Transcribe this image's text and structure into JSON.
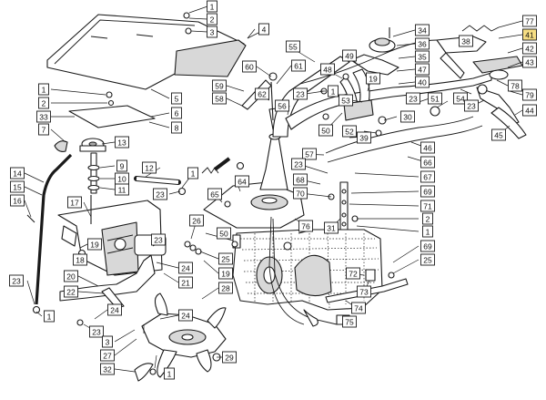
{
  "highlight_color": "#f6de84",
  "callouts": [
    {
      "id": "c1a",
      "label": "1"
    },
    {
      "id": "c2a",
      "label": "2"
    },
    {
      "id": "c3",
      "label": "3"
    },
    {
      "id": "c4",
      "label": "4"
    },
    {
      "id": "c1b",
      "label": "1"
    },
    {
      "id": "c2b",
      "label": "2"
    },
    {
      "id": "c33",
      "label": "33"
    },
    {
      "id": "c7",
      "label": "7"
    },
    {
      "id": "c13",
      "label": "13"
    },
    {
      "id": "c5",
      "label": "5"
    },
    {
      "id": "c6",
      "label": "6"
    },
    {
      "id": "c8",
      "label": "8"
    },
    {
      "id": "c14",
      "label": "14"
    },
    {
      "id": "c15",
      "label": "15"
    },
    {
      "id": "c16",
      "label": "16"
    },
    {
      "id": "c9",
      "label": "9"
    },
    {
      "id": "c10",
      "label": "10"
    },
    {
      "id": "c11",
      "label": "11"
    },
    {
      "id": "c12",
      "label": "12"
    },
    {
      "id": "c1c",
      "label": "1"
    },
    {
      "id": "c23a",
      "label": "23"
    },
    {
      "id": "c17",
      "label": "17"
    },
    {
      "id": "c19a",
      "label": "19"
    },
    {
      "id": "c18",
      "label": "18"
    },
    {
      "id": "c26",
      "label": "26"
    },
    {
      "id": "c50a",
      "label": "50"
    },
    {
      "id": "c23b",
      "label": "23"
    },
    {
      "id": "c20",
      "label": "20"
    },
    {
      "id": "c22",
      "label": "22"
    },
    {
      "id": "c1d",
      "label": "1"
    },
    {
      "id": "c24a",
      "label": "24"
    },
    {
      "id": "c23c",
      "label": "23"
    },
    {
      "id": "c25a",
      "label": "25"
    },
    {
      "id": "c24b",
      "label": "24"
    },
    {
      "id": "c19b",
      "label": "19"
    },
    {
      "id": "c21",
      "label": "21"
    },
    {
      "id": "c28",
      "label": "28"
    },
    {
      "id": "c24c",
      "label": "24"
    },
    {
      "id": "c23d",
      "label": "23"
    },
    {
      "id": "c3b",
      "label": "3"
    },
    {
      "id": "c27",
      "label": "27"
    },
    {
      "id": "c1e",
      "label": "1"
    },
    {
      "id": "c32",
      "label": "32"
    },
    {
      "id": "c29",
      "label": "29"
    },
    {
      "id": "c60",
      "label": "60"
    },
    {
      "id": "c59",
      "label": "59"
    },
    {
      "id": "c58",
      "label": "58"
    },
    {
      "id": "c62",
      "label": "62"
    },
    {
      "id": "c61",
      "label": "61"
    },
    {
      "id": "c55",
      "label": "55"
    },
    {
      "id": "c23e",
      "label": "23"
    },
    {
      "id": "c1f",
      "label": "1"
    },
    {
      "id": "c56",
      "label": "56"
    },
    {
      "id": "c48",
      "label": "48"
    },
    {
      "id": "c49",
      "label": "49"
    },
    {
      "id": "c19c",
      "label": "19"
    },
    {
      "id": "c50b",
      "label": "50"
    },
    {
      "id": "c53",
      "label": "53"
    },
    {
      "id": "c34",
      "label": "34"
    },
    {
      "id": "c36",
      "label": "36"
    },
    {
      "id": "c35",
      "label": "35"
    },
    {
      "id": "c47",
      "label": "47"
    },
    {
      "id": "c77",
      "label": "77"
    },
    {
      "id": "c41",
      "label": "41",
      "highlight": true
    },
    {
      "id": "c38",
      "label": "38"
    },
    {
      "id": "c42",
      "label": "42"
    },
    {
      "id": "c40",
      "label": "40"
    },
    {
      "id": "c43",
      "label": "43"
    },
    {
      "id": "c78",
      "label": "78"
    },
    {
      "id": "c23f",
      "label": "23"
    },
    {
      "id": "c51",
      "label": "51"
    },
    {
      "id": "c54",
      "label": "54"
    },
    {
      "id": "c23g",
      "label": "23"
    },
    {
      "id": "c79",
      "label": "79"
    },
    {
      "id": "c44",
      "label": "44"
    },
    {
      "id": "c30",
      "label": "30"
    },
    {
      "id": "c52",
      "label": "52"
    },
    {
      "id": "c39",
      "label": "39"
    },
    {
      "id": "c45",
      "label": "45"
    },
    {
      "id": "c57",
      "label": "57"
    },
    {
      "id": "c46",
      "label": "46"
    },
    {
      "id": "c66",
      "label": "66"
    },
    {
      "id": "c67",
      "label": "67"
    },
    {
      "id": "c69a",
      "label": "69"
    },
    {
      "id": "c71",
      "label": "71"
    },
    {
      "id": "c2c",
      "label": "2"
    },
    {
      "id": "c1g",
      "label": "1"
    },
    {
      "id": "c23h",
      "label": "23"
    },
    {
      "id": "c68",
      "label": "68"
    },
    {
      "id": "c70",
      "label": "70"
    },
    {
      "id": "c64",
      "label": "64"
    },
    {
      "id": "c65",
      "label": "65"
    },
    {
      "id": "c76",
      "label": "76"
    },
    {
      "id": "c31",
      "label": "31"
    },
    {
      "id": "c69b",
      "label": "69"
    },
    {
      "id": "c25b",
      "label": "25"
    },
    {
      "id": "c72",
      "label": "72"
    },
    {
      "id": "c73",
      "label": "73"
    },
    {
      "id": "c74",
      "label": "74"
    },
    {
      "id": "c75",
      "label": "75"
    }
  ]
}
